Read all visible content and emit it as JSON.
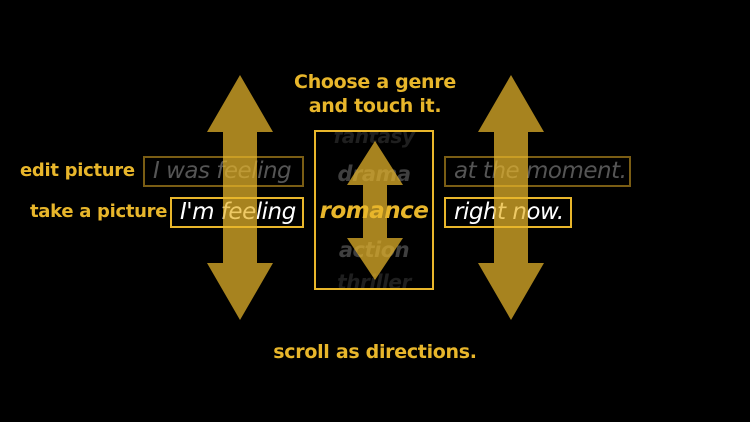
{
  "instructions": {
    "top_line1": "Choose a genre",
    "top_line2": "and touch it.",
    "bottom": "scroll as directions."
  },
  "rows": {
    "edit": {
      "label": "edit picture",
      "prefix": "I was feeling",
      "suffix": "at the moment."
    },
    "take": {
      "label": "take a picture",
      "prefix": "I'm feeling",
      "suffix": "right now."
    }
  },
  "genre_picker": {
    "items": [
      "fantasy",
      "drama",
      "romance",
      "action",
      "thriller"
    ],
    "selected": "romance"
  },
  "icons": {
    "left_arrow": "up-down-arrow-icon",
    "center_arrow": "up-down-arrow-icon",
    "right_arrow": "up-down-arrow-icon"
  },
  "colors": {
    "accent": "#e8b62b",
    "background": "#000000",
    "inactive_text": "#555555",
    "active_text": "#ffffff"
  }
}
